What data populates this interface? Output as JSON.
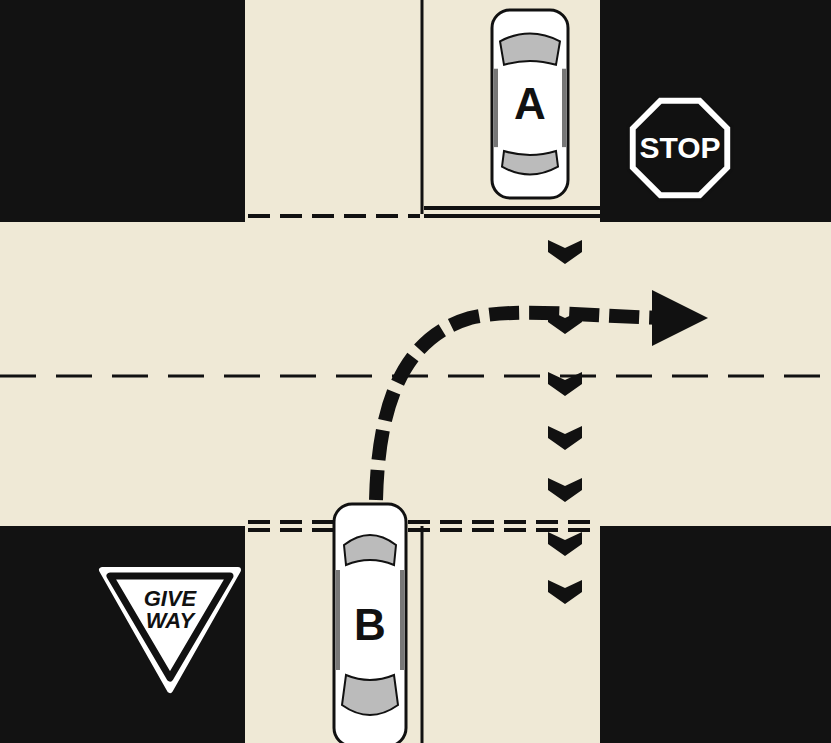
{
  "diagram": {
    "nodes": [
      {
        "text": [
          "A"
        ]
      },
      {
        "text": [
          "STOP"
        ]
      },
      {
        "text": [
          "GIVE WAY"
        ]
      },
      {
        "text": [
          "B"
        ]
      }
    ]
  }
}
